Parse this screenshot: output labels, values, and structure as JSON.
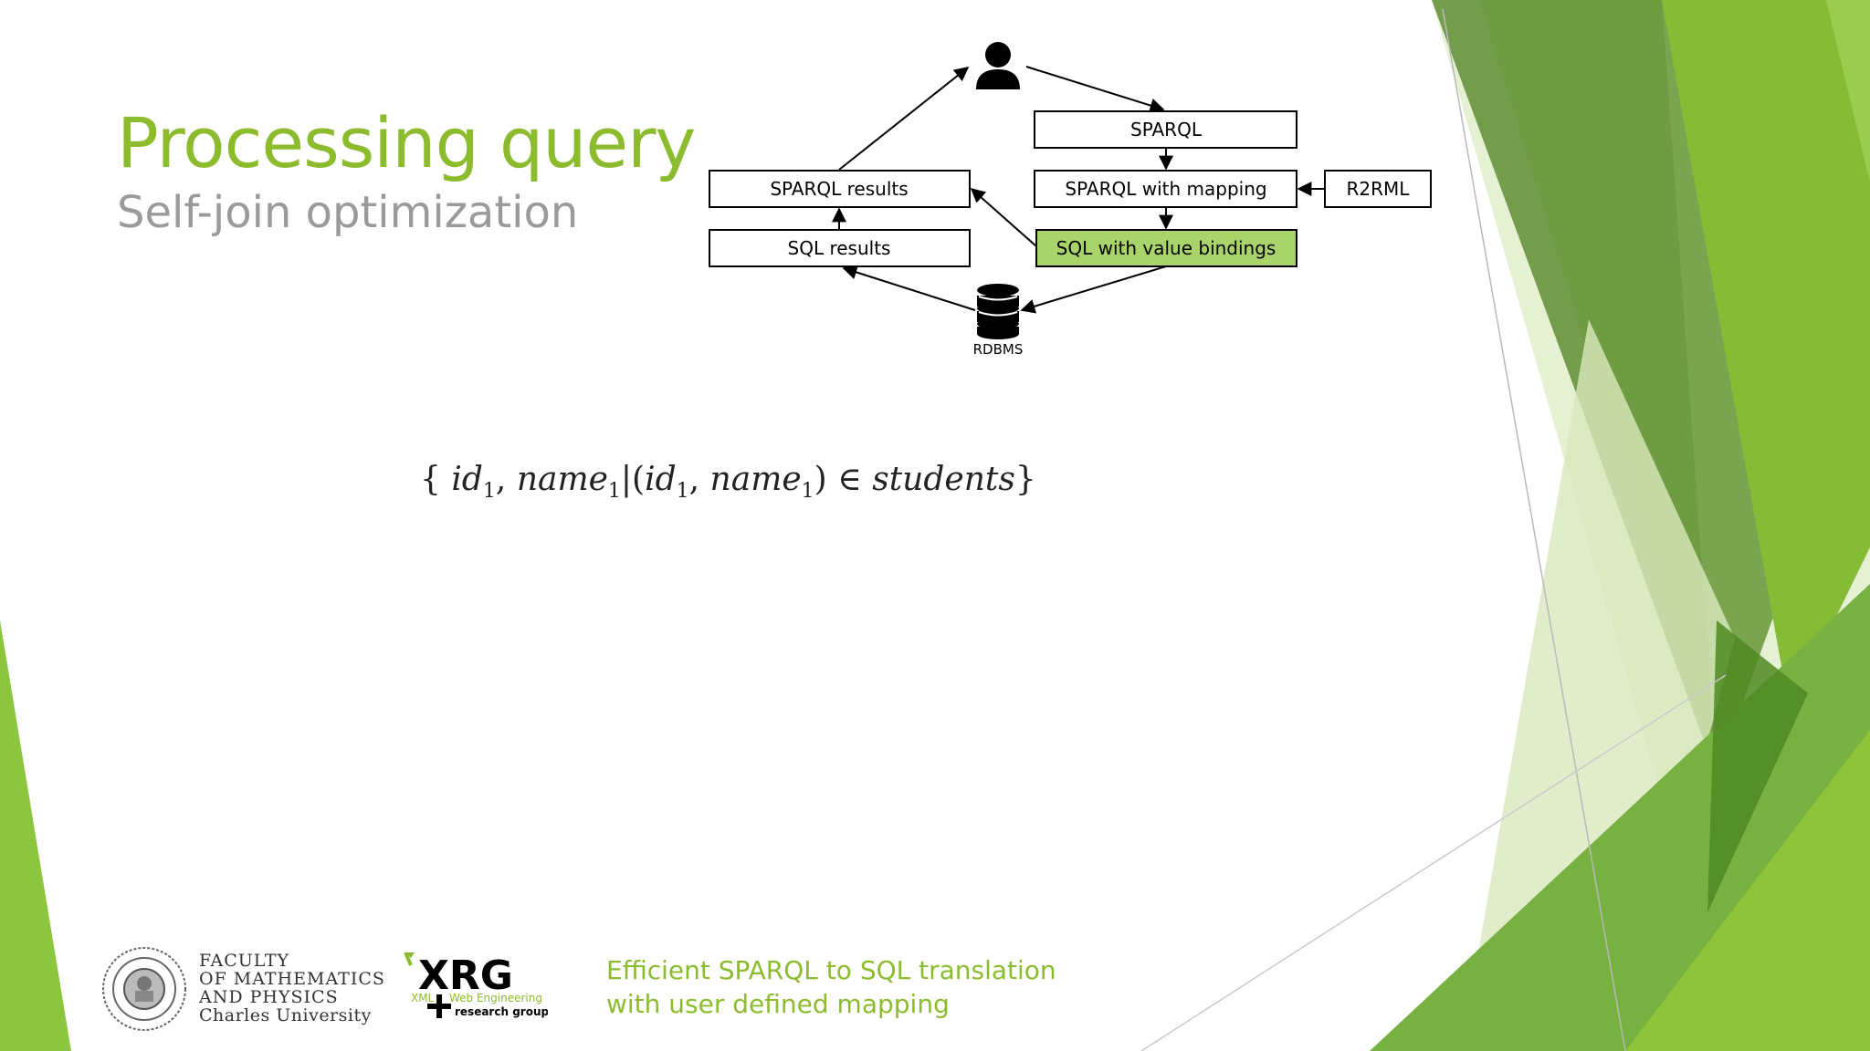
{
  "slide": {
    "title": "Processing query",
    "subtitle": "Self-join optimization"
  },
  "diagram": {
    "nodes": {
      "sparql": "SPARQL",
      "sparql_with_mapping": "SPARQL with mapping",
      "r2rml": "R2RML",
      "sparql_results": "SPARQL results",
      "sql_results": "SQL results",
      "sql_with_value_bindings": "SQL with value bindings",
      "rdbms": "RDBMS"
    },
    "highlight_color": "#a9d46b",
    "icons": [
      "user-icon",
      "database-icon"
    ]
  },
  "formula": {
    "open": "{ ",
    "id": "id",
    "sub1": "1",
    "comma1": ", ",
    "name": "name",
    "sub2": "1",
    "bar": "|(",
    "id2": "id",
    "sub3": "1",
    "comma2": ", ",
    "name2": "name",
    "sub4": "1",
    "in": ") ∈ ",
    "set": "students",
    "close": "}"
  },
  "footer": {
    "faculty_line1": "FACULTY",
    "faculty_line2": "OF MATHEMATICS",
    "faculty_line3": "AND PHYSICS",
    "university": "Charles University",
    "xrg_logo": "XRG",
    "xrg_small1": "XML",
    "xrg_small2": "Web Engineering",
    "xrg_small3": "research group",
    "note_line1": "Efficient SPARQL to SQL translation",
    "note_line2": "with user defined mapping"
  },
  "colors": {
    "accent": "#8cbc2e",
    "subtitle": "#9a9a9a"
  }
}
